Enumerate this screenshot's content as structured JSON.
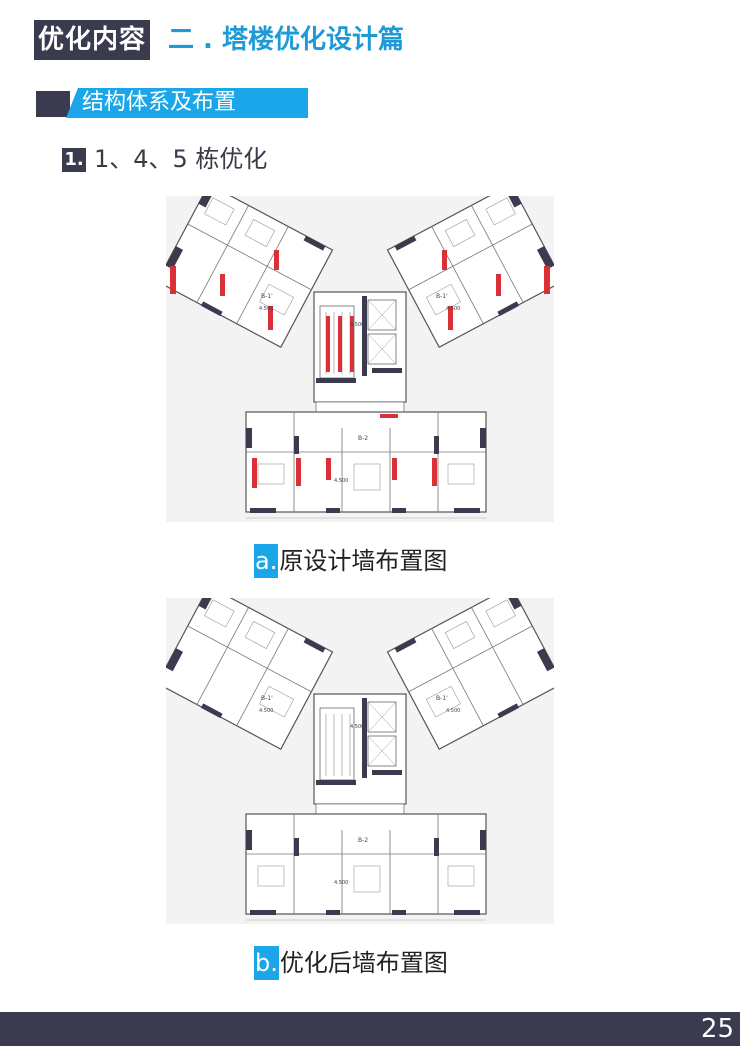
{
  "header": {
    "tag": "优化内容",
    "title": "二 . 塔楼优化设计篇"
  },
  "section": {
    "subtitle": "结构体系及布置",
    "item_number": "1.",
    "item_text": "1、4、5 栋优化"
  },
  "figures": [
    {
      "letter": "a.",
      "caption": "原设计墙布置图"
    },
    {
      "letter": "b.",
      "caption": "优化后墙布置图"
    }
  ],
  "plan_labels": {
    "unit_top_left": "B-1'",
    "unit_top_right": "B-1'",
    "unit_bottom": "B-2",
    "elev_left": "4.500",
    "elev_right": "4.500",
    "elev_core": "4.500",
    "elev_bottom": "4.500"
  },
  "colors": {
    "dark": "#3b3b4f",
    "accent": "#1aa6e8",
    "wall_removed": "#d9303a"
  },
  "footer": {
    "page_number": "25"
  }
}
